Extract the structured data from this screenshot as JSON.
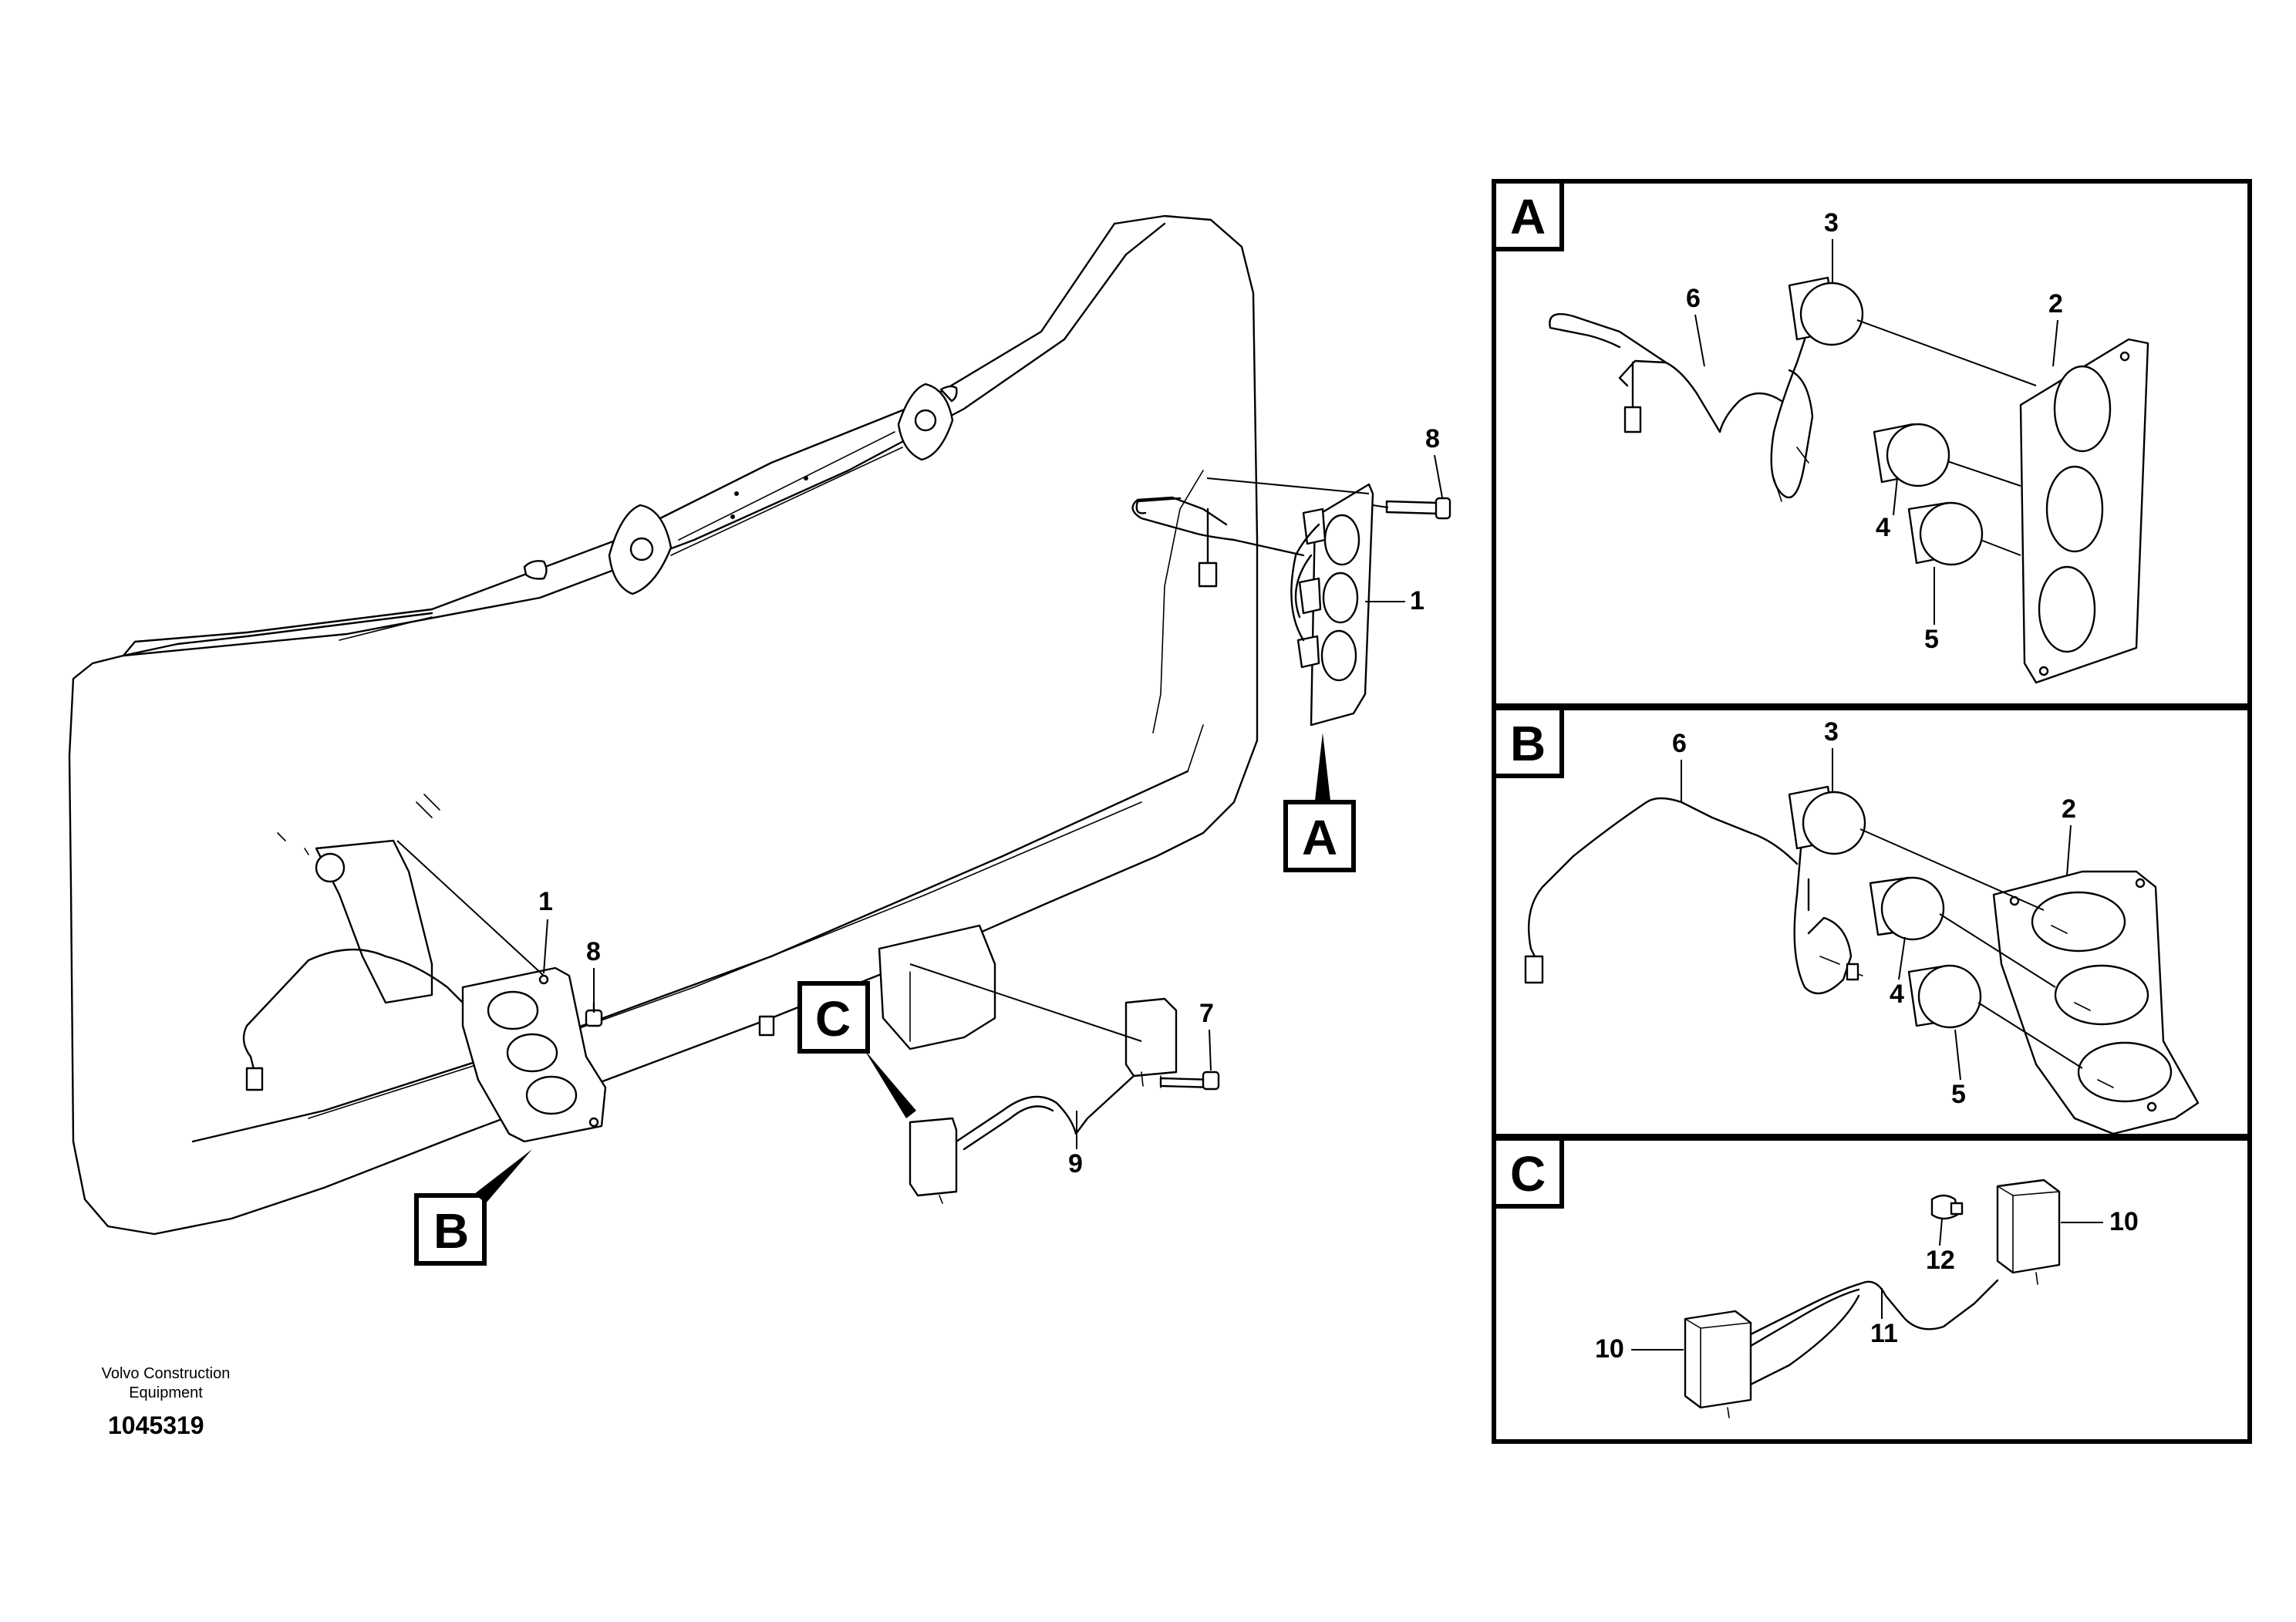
{
  "credit": {
    "company_line1": "Volvo Construction",
    "company_line2": "Equipment",
    "drawing_number": "1045319"
  },
  "main_view": {
    "detail_tags": {
      "a": "A",
      "b": "B",
      "c": "C"
    },
    "callouts": {
      "panel_right": "1",
      "screw_right": "8",
      "panel_left": "1",
      "screw_left": "8",
      "screw_c": "7",
      "harness_c": "9"
    }
  },
  "detail_a": {
    "tag": "A",
    "callouts": {
      "harness": "6",
      "gauge_top": "3",
      "panel": "2",
      "gauge_mid": "4",
      "gauge_bottom": "5"
    }
  },
  "detail_b": {
    "tag": "B",
    "callouts": {
      "harness": "6",
      "gauge_top": "3",
      "panel": "2",
      "gauge_mid": "4",
      "gauge_bottom": "5"
    }
  },
  "detail_c": {
    "tag": "C",
    "callouts": {
      "unit_right": "10",
      "bulb": "12",
      "harness": "11",
      "unit_left": "10"
    }
  }
}
